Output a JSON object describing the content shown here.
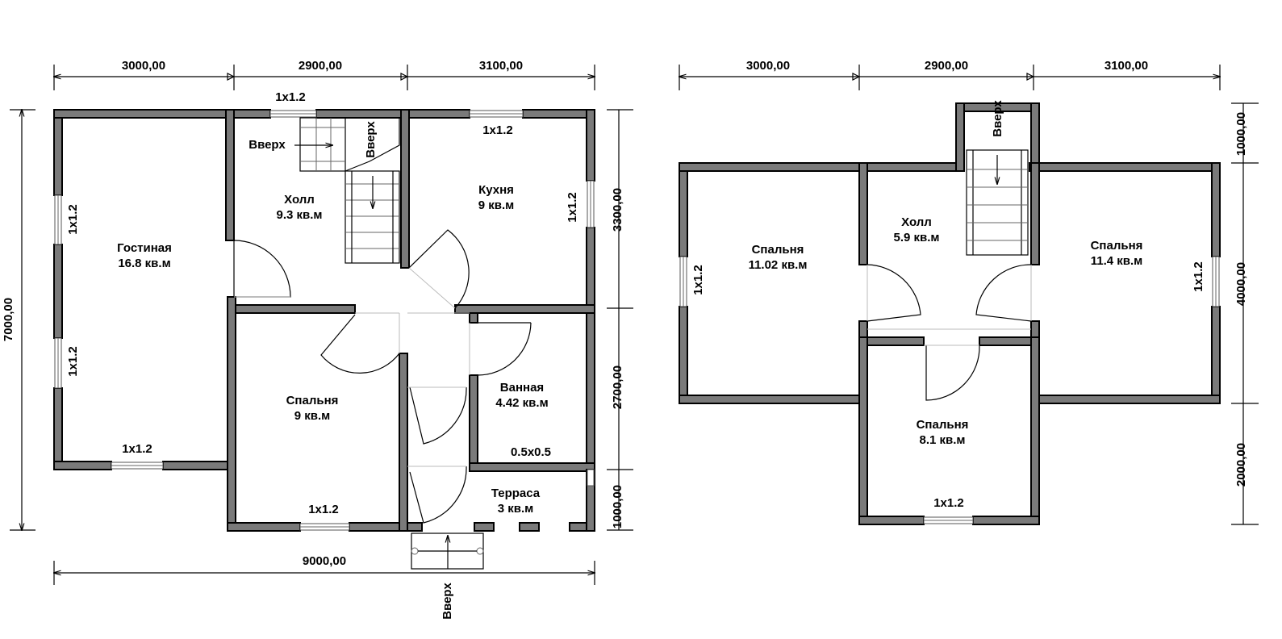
{
  "plan1": {
    "dims_top": [
      "3000,00",
      "2900,00",
      "3100,00"
    ],
    "dim_left": "7000,00",
    "dims_right": [
      "3300,00",
      "2700,00",
      "1000,00"
    ],
    "dim_bottom": "9000,00",
    "rooms": {
      "living": {
        "name": "Гостиная",
        "area": "16.8 кв.м"
      },
      "hall": {
        "name": "Холл",
        "area": "9.3 кв.м"
      },
      "kitchen": {
        "name": "Кухня",
        "area": "9 кв.м"
      },
      "bedroom": {
        "name": "Спальня",
        "area": "9 кв.м"
      },
      "bath": {
        "name": "Ванная",
        "area": "4.42 кв.м"
      },
      "terrace": {
        "name": "Терраса",
        "area": "3 кв.м"
      }
    },
    "windows": {
      "hall_top": "1x1.2",
      "kitchen_top": "1x1.2",
      "kitchen_right": "1x1.2",
      "living_left_upper": "1x1.2",
      "living_left_lower": "1x1.2",
      "living_bottom": "1x1.2",
      "bedroom_bottom": "1x1.2",
      "bath_small": "0.5x0.5"
    },
    "stair_labels": {
      "up_horizontal": "Вверх",
      "up_vertical": "Вверх",
      "entrance_up": "Вверх"
    }
  },
  "plan2": {
    "dims_top": [
      "3000,00",
      "2900,00",
      "3100,00"
    ],
    "dims_right": [
      "1000,00",
      "4000,00",
      "2000,00"
    ],
    "rooms": {
      "bedroom_left": {
        "name": "Спальня",
        "area": "11.02 кв.м"
      },
      "hall": {
        "name": "Холл",
        "area": "5.9 кв.м"
      },
      "bedroom_right": {
        "name": "Спальня",
        "area": "11.4 кв.м"
      },
      "bedroom_bottom": {
        "name": "Спальня",
        "area": "8.1 кв.м"
      }
    },
    "windows": {
      "left": "1x1.2",
      "right": "1x1.2",
      "bottom": "1x1.2"
    },
    "stair_label": "Вверх"
  }
}
